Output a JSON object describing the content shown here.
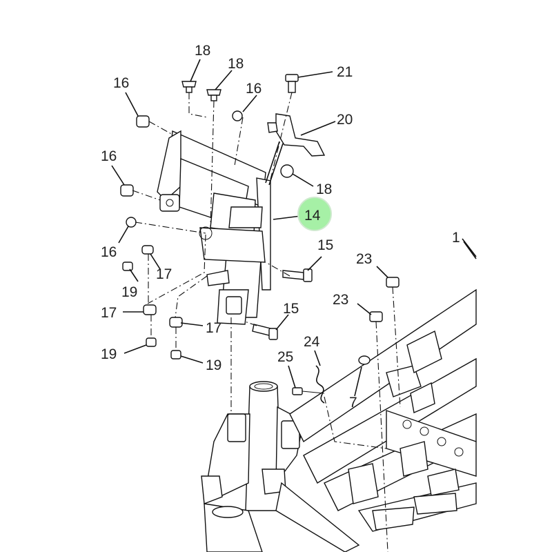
{
  "labels": {
    "l18a": "18",
    "l18b": "18",
    "l16a": "16",
    "l16b": "16",
    "l21": "21",
    "l20": "20",
    "l16c": "16",
    "l18c": "18",
    "l14": "14",
    "l16d": "16",
    "l15a": "15",
    "l1": "1",
    "l19a": "19",
    "l17a": "17",
    "l23a": "23",
    "l17b": "17",
    "l23b": "23",
    "l15b": "15",
    "l17c": "17",
    "l24": "24",
    "l19b": "19",
    "l25": "25",
    "l19c": "19",
    "l7": "7"
  },
  "colors": {
    "highlight": "#a6f0a6",
    "line": "#111111",
    "background": "#ffffff"
  }
}
